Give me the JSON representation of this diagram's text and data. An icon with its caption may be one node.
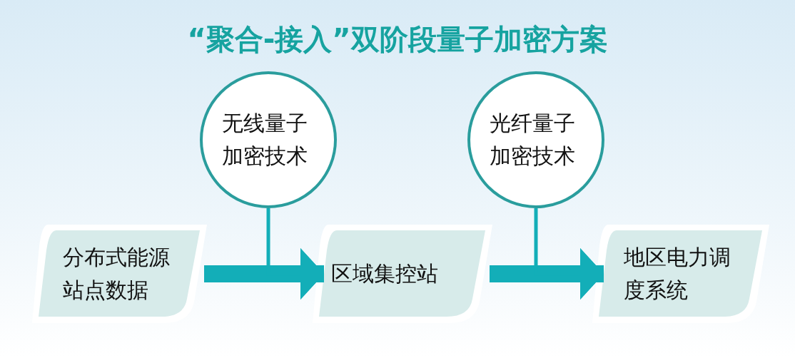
{
  "diagram": {
    "title": "“聚合-接入”双阶段量子加密方案",
    "nodes": [
      {
        "text": [
          "分布式能源站点数据"
        ]
      },
      {
        "text": [
          "无线量子加密技术"
        ]
      },
      {
        "text": [
          "区域集控站"
        ]
      },
      {
        "text": [
          "光纤量子加密技术"
        ]
      },
      {
        "text": [
          "地区电力调度系统"
        ]
      }
    ],
    "edges": [
      {
        "from": 0,
        "to": 2,
        "arrow": "to",
        "style": "thick"
      },
      {
        "from": 1,
        "to": 2,
        "arrow": "to"
      },
      {
        "from": 2,
        "to": 4,
        "arrow": "to",
        "style": "thick"
      },
      {
        "from": 3,
        "to": 4,
        "arrow": "to"
      }
    ]
  }
}
